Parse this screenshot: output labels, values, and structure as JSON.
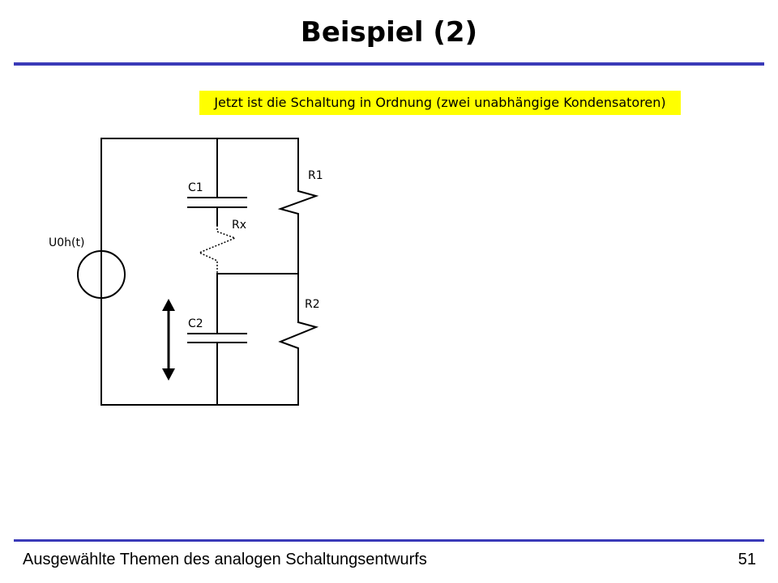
{
  "slide": {
    "title": "Beispiel (2)",
    "callout": "Jetzt ist die Schaltung in Ordnung (zwei unabhängige Kondensatoren)",
    "footer_text": "Ausgewählte Themen des analogen Schaltungsentwurfs",
    "page_number": "51"
  },
  "circuit": {
    "source_label": "U0h(t)",
    "c1_label": "C1",
    "rx_label": "Rx",
    "r1_label": "R1",
    "r2_label": "R2",
    "c2_label": "C2"
  },
  "colors": {
    "rule": "#3a3ab8",
    "callout_background": "#ffff00"
  }
}
